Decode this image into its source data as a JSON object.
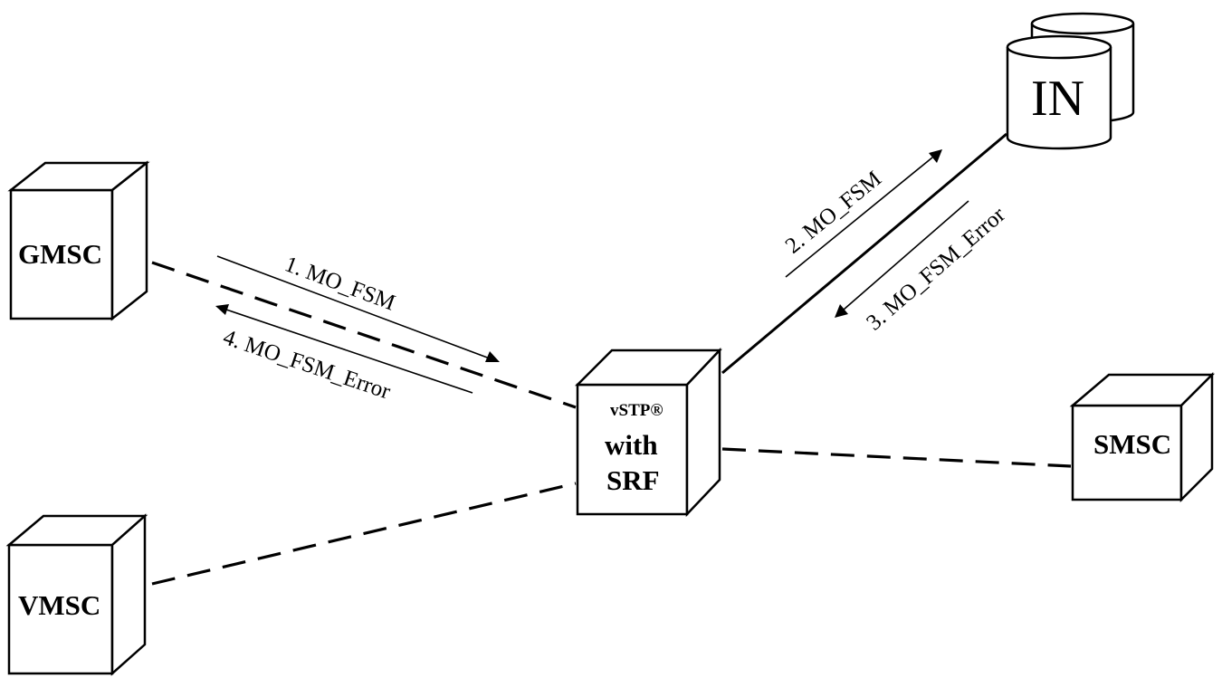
{
  "nodes": {
    "gmsc": "GMSC",
    "vmsc": "VMSC",
    "smsc": "SMSC",
    "in": "IN",
    "vstp": {
      "line1": "vSTP®",
      "line2": "with",
      "line3": "SRF"
    }
  },
  "messages": {
    "m1": "1. MO_FSM",
    "m2": "2. MO_FSM",
    "m3": "3. MO_FSM_Error",
    "m4": "4. MO_FSM_Error"
  }
}
